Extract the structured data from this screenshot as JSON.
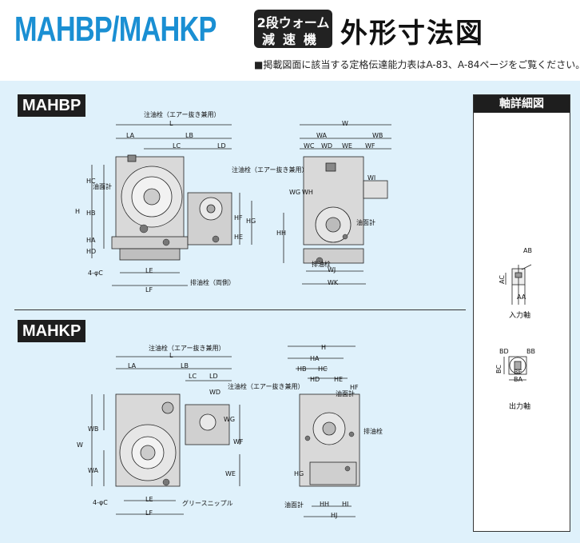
{
  "header": {
    "title": "MAHBP/MAHKP",
    "tag_line1": "2段ウォーム",
    "tag_line2": "減速機",
    "dim_title": "外形寸法図",
    "note": "■掲載図面に該当する定格伝達能力表はA-83、A-84ページをご覧ください。"
  },
  "sections": {
    "mahbp": "MAHBP",
    "mahkp": "MAHKP",
    "shaft_detail": "軸詳細図"
  },
  "mahbp_labels": {
    "oil_fill": "注油栓（エアー抜き兼用）",
    "oil_fill2": "注油栓（エアー抜き兼用）",
    "gauge": "油面計",
    "gauge2": "油面計",
    "drain": "排油栓（両側）",
    "drain2": "排油栓",
    "hole": "4-φC",
    "L": "L",
    "LA": "LA",
    "LB": "LB",
    "LC": "LC",
    "LD": "LD",
    "LE": "LE",
    "LF": "LF",
    "H": "H",
    "HC": "HC",
    "HB": "HB",
    "HA": "HA",
    "HD": "HD",
    "HF": "HF",
    "HG": "HG",
    "HE": "HE",
    "HH": "HH",
    "W": "W",
    "WA": "WA",
    "WB": "WB",
    "WC": "WC",
    "WD": "WD",
    "WE": "WE",
    "WF": "WF",
    "WG": "WG",
    "WH": "WH",
    "WI": "WI",
    "WJ": "WJ",
    "WK": "WK"
  },
  "mahkp_labels": {
    "oil_fill": "注油栓（エアー抜き兼用）",
    "oil_fill2": "注油栓（エアー抜き兼用）",
    "gauge": "油面計",
    "gauge2": "油面計",
    "drain": "排油栓",
    "grease": "グリースニップル",
    "hole": "4-φC",
    "L": "L",
    "LA": "LA",
    "LB": "LB",
    "LC": "LC",
    "LD": "LD",
    "LE": "LE",
    "LF": "LF",
    "W": "W",
    "WA": "WA",
    "WB": "WB",
    "WD": "WD",
    "WE": "WE",
    "WF": "WF",
    "WG": "WG",
    "H": "H",
    "HA": "HA",
    "HB": "HB",
    "HC": "HC",
    "HD": "HD",
    "HE": "HE",
    "HF": "HF",
    "HG": "HG",
    "HH": "HH",
    "HI": "HI",
    "HJ": "HJ"
  },
  "shaft": {
    "input": "入力軸",
    "output": "出力軸",
    "AB": "AB",
    "AC": "AC",
    "AA": "AA",
    "BD": "BD",
    "BB": "BB",
    "BC": "BC",
    "BE": "BE",
    "BA": "BA"
  },
  "colors": {
    "title_blue": "#1a8fd3",
    "panel": "#dff1fb",
    "dark": "#1e1e1e"
  }
}
